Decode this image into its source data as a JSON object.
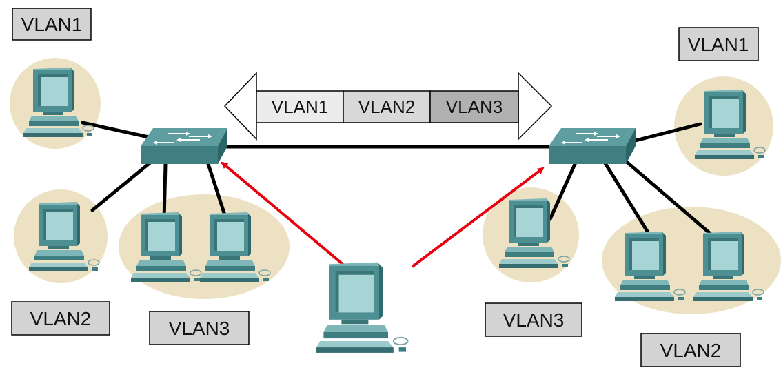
{
  "labels": {
    "top_left": "VLAN1",
    "top_right": "VLAN1",
    "bottom_left_single": "VLAN2",
    "bottom_left_group": "VLAN3",
    "bottom_right_single": "VLAN3",
    "bottom_right_group": "VLAN2"
  },
  "trunk": {
    "segments": [
      "VLAN1",
      "VLAN2",
      "VLAN3"
    ]
  },
  "colors": {
    "vlan_bubble": "#ece1c2",
    "label_box": "#d3d3d3",
    "trunk_vlan1": "#ececec",
    "trunk_vlan2": "#d8d8d8",
    "trunk_vlan3": "#b0b0b0",
    "link": "#000000",
    "mgmt_arrow": "#e8000e",
    "device": "#4d8f92"
  }
}
